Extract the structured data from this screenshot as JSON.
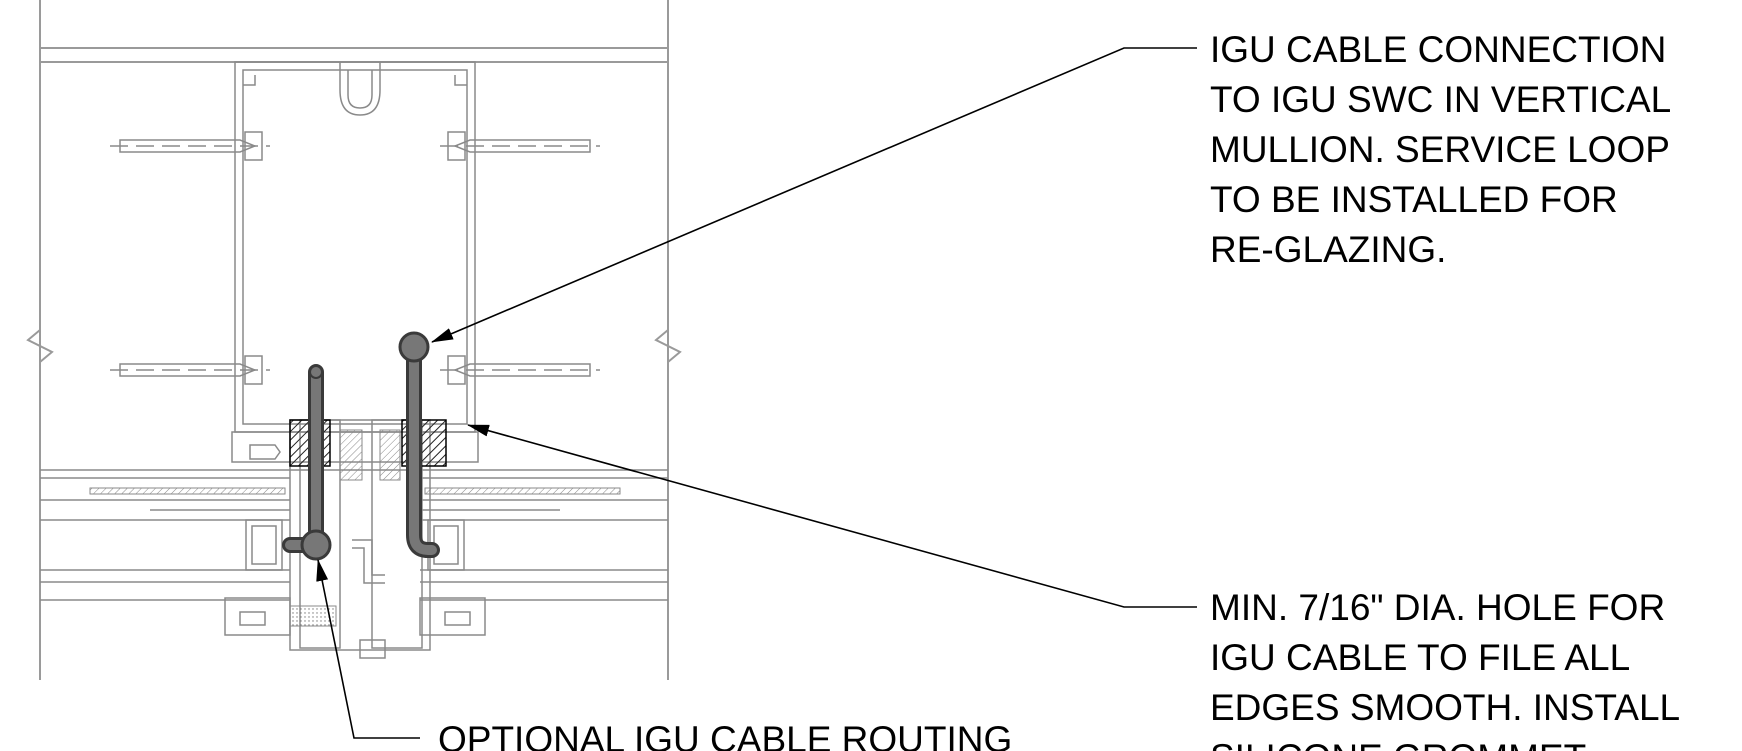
{
  "diagram": {
    "callouts": {
      "top_right": {
        "lines": [
          "IGU CABLE CONNECTION",
          "TO IGU SWC IN VERTICAL",
          "MULLION.  SERVICE LOOP",
          "TO BE INSTALLED FOR",
          "RE-GLAZING."
        ]
      },
      "bottom_right": {
        "lines": [
          "MIN. 7/16\" DIA. HOLE FOR",
          "IGU CABLE TO FILE ALL",
          "EDGES SMOOTH. INSTALL",
          "SILICONE GROMMET"
        ]
      },
      "bottom_center": {
        "lines": [
          "OPTIONAL IGU CABLE ROUTING"
        ]
      }
    },
    "colors": {
      "linework": "#8a8a8a",
      "cable": "#3a3a3a",
      "cable_fill": "#777777",
      "leader": "#000000"
    }
  }
}
